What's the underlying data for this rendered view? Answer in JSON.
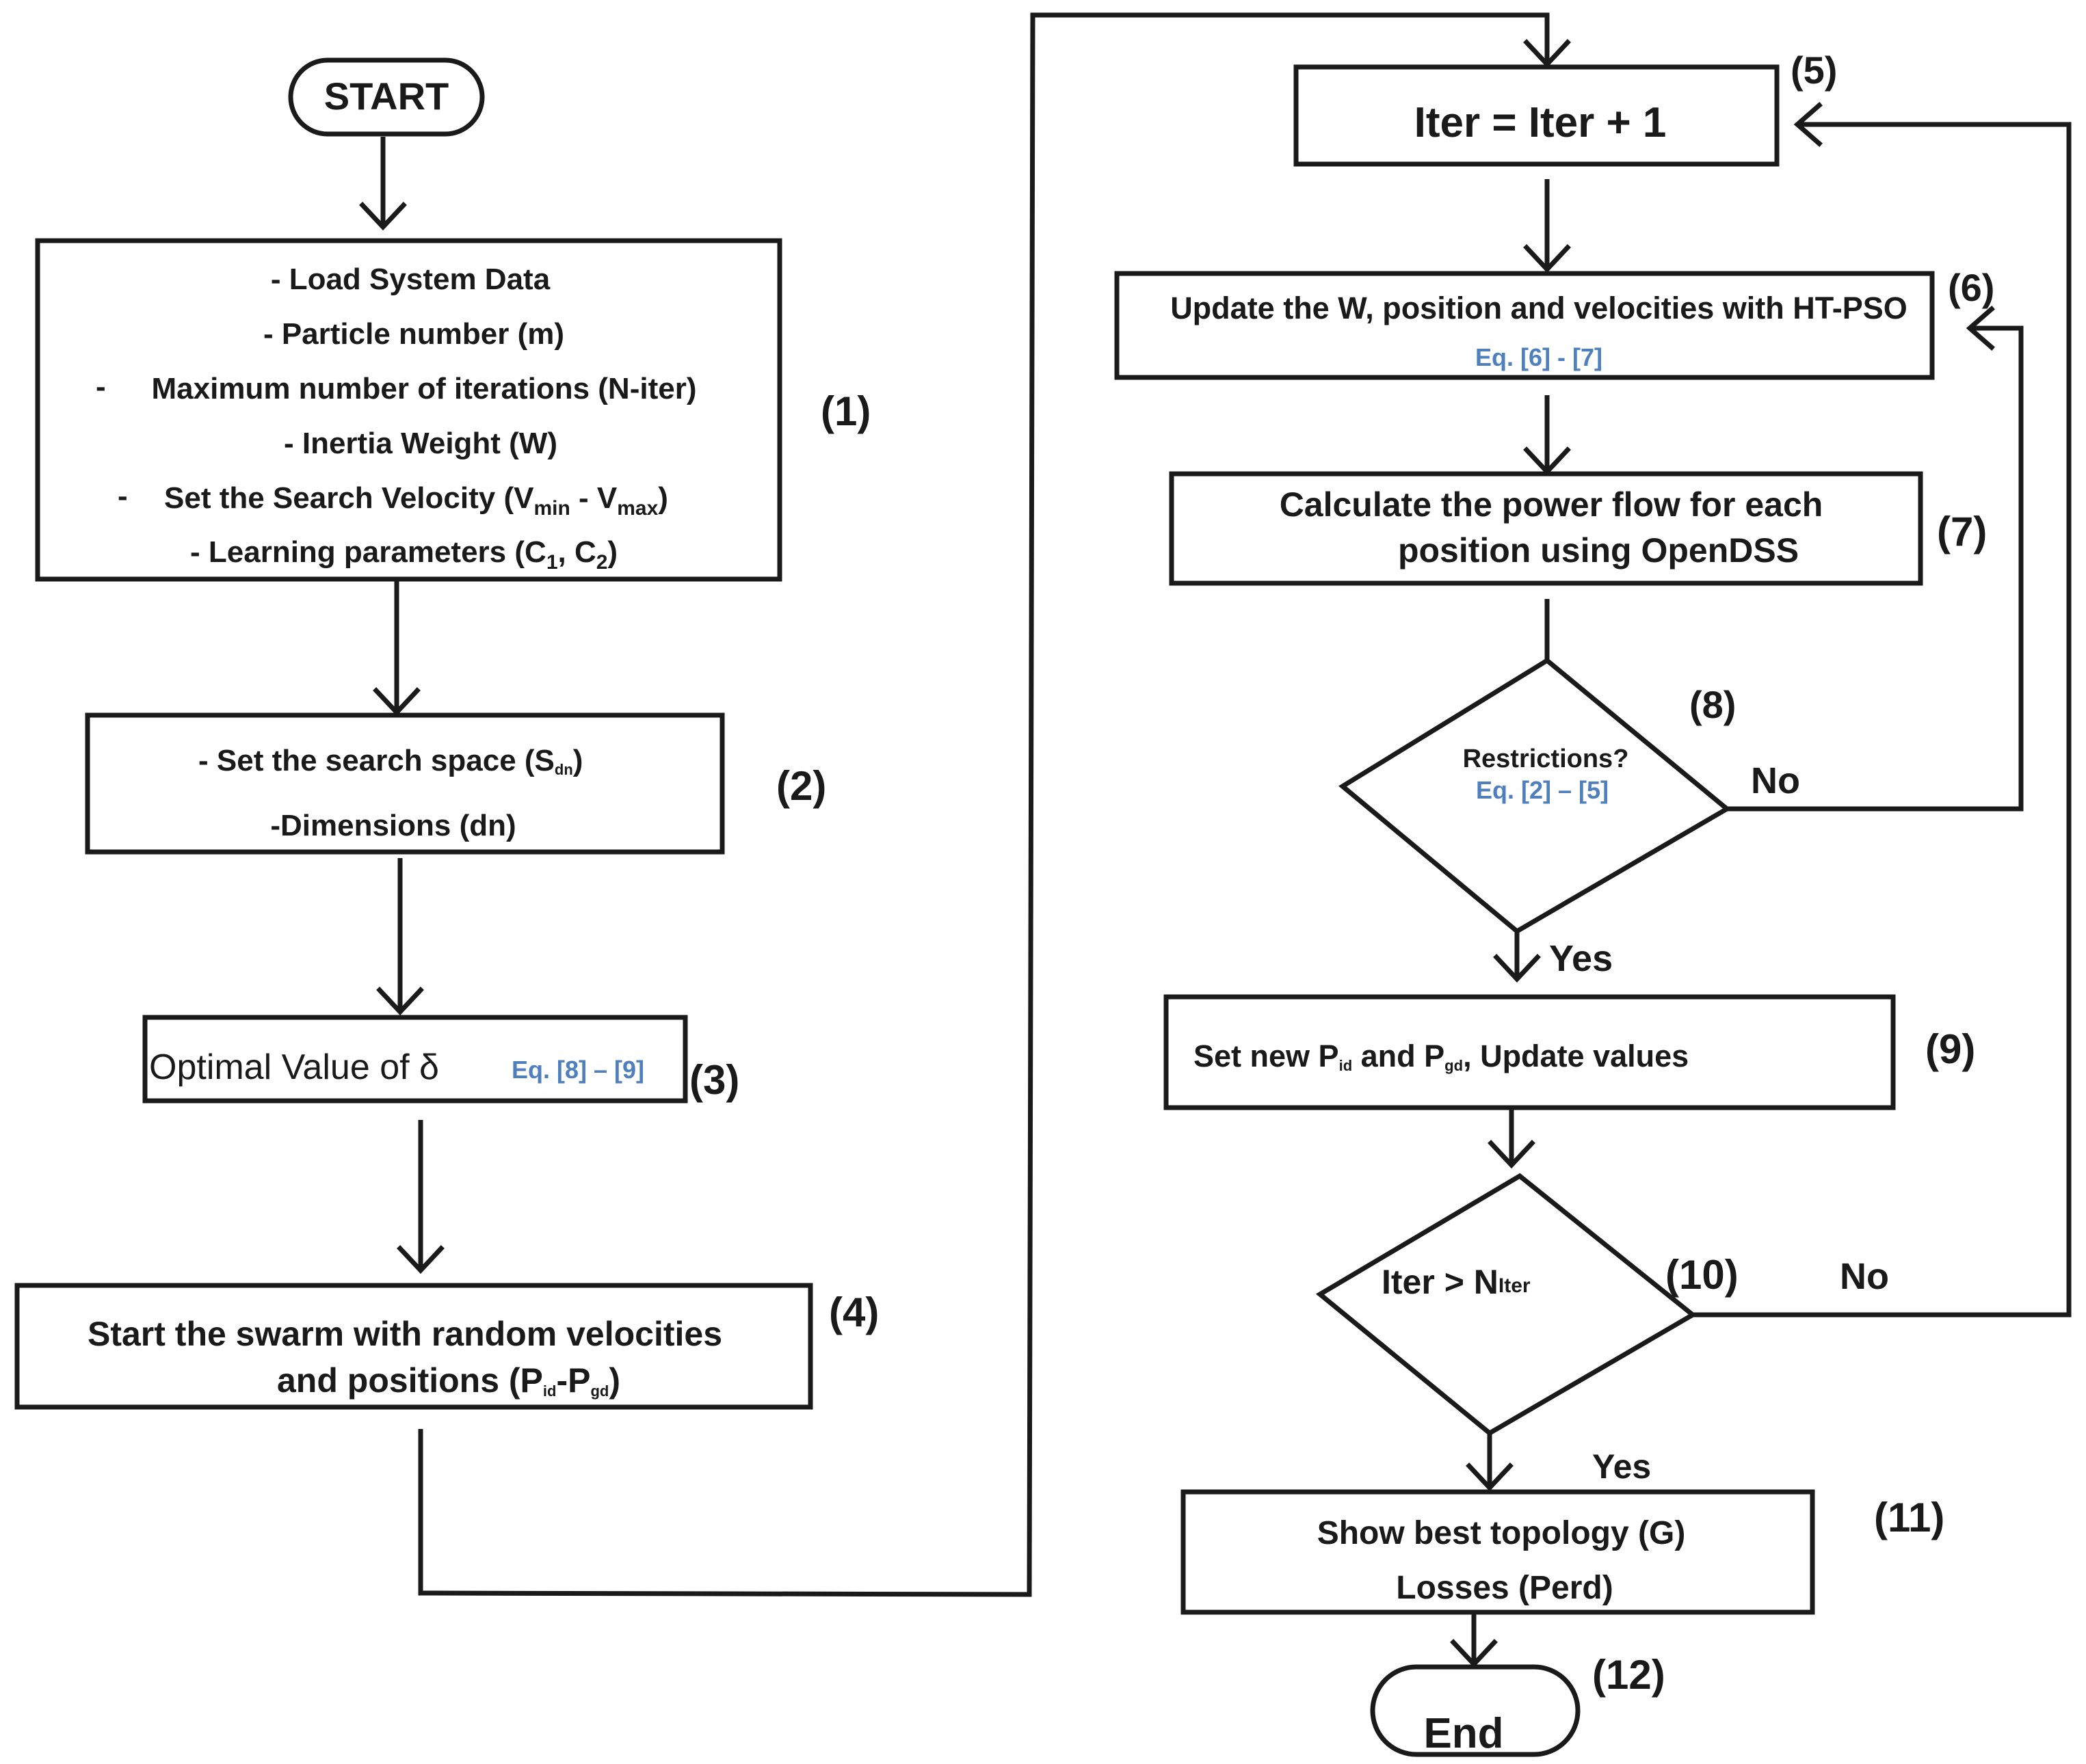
{
  "terminals": {
    "start": "START",
    "end": "End"
  },
  "steps": {
    "s1": {
      "number": "(1)",
      "lines": [
        "- Load System Data",
        "- Particle number (m)",
        "Maximum number of iterations (N-iter)",
        "- Inertia Weight (W)",
        "Set the Search Velocity (V",
        "- Learning parameters (C"
      ],
      "bullet": "-",
      "velocity_sub_min": "min",
      "velocity_mid": " - V",
      "velocity_sub_max": "max",
      "velocity_end": ")",
      "learning_sub1": "1",
      "learning_mid": ", C",
      "learning_sub2": "2",
      "learning_end": ")"
    },
    "s2": {
      "number": "(2)",
      "line1": "- Set the search space (S",
      "line1_sub": "dn",
      "line1_end": ")",
      "line2": "-Dimensions (dn)"
    },
    "s3": {
      "number": "(3)",
      "text": "Optimal Value of δ",
      "equation": "Eq. [8] – [9]"
    },
    "s4": {
      "number": "(4)",
      "line1": "Start the swarm with random velocities",
      "line2": "and positions (P",
      "sub1": "id",
      "mid": "-P",
      "sub2": "gd",
      "end": ")"
    },
    "s5": {
      "number": "(5)",
      "text": "Iter = Iter + 1"
    },
    "s6": {
      "number": "(6)",
      "text": "Update the W, position and velocities with HT-PSO",
      "equation": "Eq. [6] - [7]"
    },
    "s7": {
      "number": "(7)",
      "line1": "Calculate the power flow for each",
      "line2": "position using OpenDSS"
    },
    "s8": {
      "number": "(8)",
      "text": "Restrictions?",
      "equation": "Eq. [2] – [5]",
      "no": "No",
      "yes": "Yes"
    },
    "s9": {
      "number": "(9)",
      "part1": "Set new P",
      "sub1": "id",
      "part2": " and P",
      "sub2": "gd",
      "part3": ", Update values"
    },
    "s10": {
      "number": "(10)",
      "text": "Iter > N",
      "sub": "Iter",
      "no": "No",
      "yes": "Yes"
    },
    "s11": {
      "number": "(11)",
      "line1": "Show best topology (G)",
      "line2": "Losses (Perd)"
    },
    "s12": {
      "number": "(12)"
    }
  }
}
